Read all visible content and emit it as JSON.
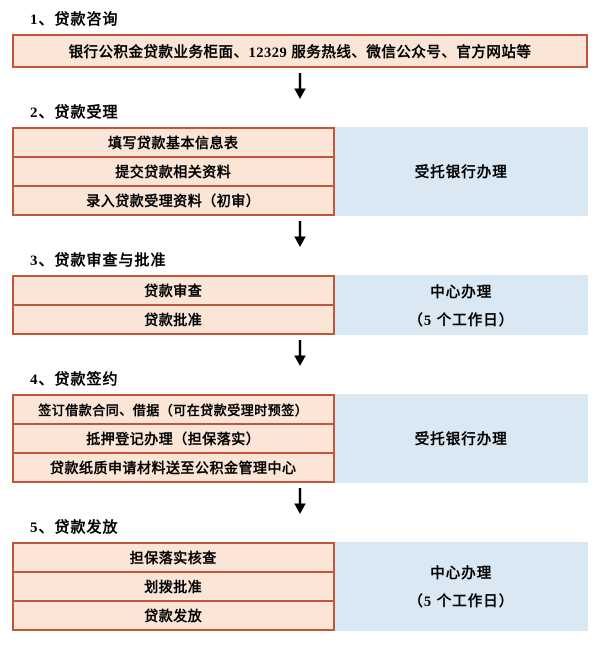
{
  "colors": {
    "step_fill": "#FBE5D6",
    "step_border": "#C2553A",
    "handler_fill": "#DAE8F3",
    "arrow": "#000000"
  },
  "sections": [
    {
      "heading": "1、贷款咨询",
      "box": "银行公积金贷款业务柜面、12329 服务热线、微信公众号、官方网站等"
    },
    {
      "heading": "2、贷款受理",
      "steps": [
        "填写贷款基本信息表",
        "提交贷款相关资料",
        "录入贷款受理资料（初审）"
      ],
      "handler_line1": "受托银行办理"
    },
    {
      "heading": "3、贷款审查与批准",
      "steps": [
        "贷款审查",
        "贷款批准"
      ],
      "handler_line1": "中心办理",
      "handler_line2": "（5 个工作日）"
    },
    {
      "heading": "4、贷款签约",
      "steps": [
        "签订借款合同、借据（可在贷款受理时预签）",
        "抵押登记办理（担保落实）",
        "贷款纸质申请材料送至公积金管理中心"
      ],
      "handler_line1": "受托银行办理"
    },
    {
      "heading": "5、贷款发放",
      "steps": [
        "担保落实核查",
        "划拨批准",
        "贷款发放"
      ],
      "handler_line1": "中心办理",
      "handler_line2": "（5 个工作日）"
    }
  ]
}
